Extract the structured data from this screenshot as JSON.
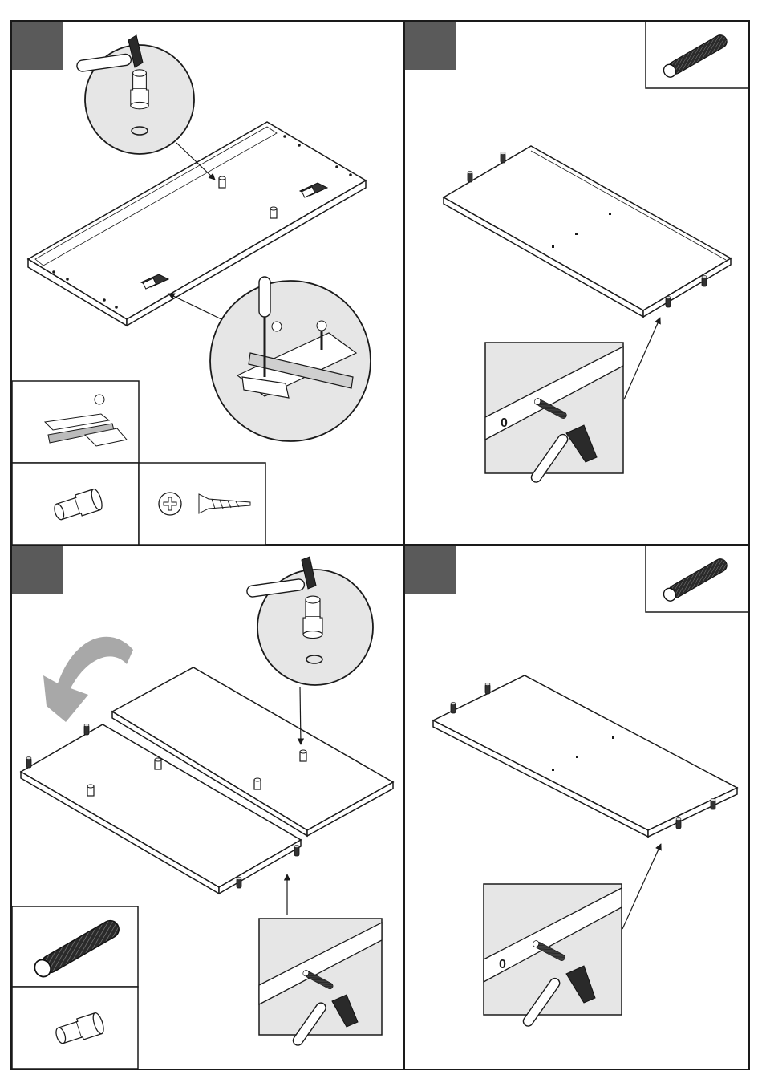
{
  "page": {
    "title": "",
    "colors": {
      "ink": "#1a1a1a",
      "step_badge": "#5a5a5a",
      "callout_fill": "#e6e6e6",
      "arrow_gray": "#a8a8a8",
      "panel_fill": "#ffffff"
    }
  },
  "steps": [
    {
      "id": 1,
      "number": "",
      "parts": [
        "cam-lock-fitting",
        "wooden-dowel-plug",
        "countersunk-screw"
      ]
    },
    {
      "id": 2,
      "number": "",
      "parts": [
        "fluted-wooden-dowel"
      ]
    },
    {
      "id": 3,
      "number": "",
      "parts": [
        "fluted-wooden-dowel",
        "wooden-dowel-plug"
      ]
    },
    {
      "id": 4,
      "number": "",
      "parts": [
        "fluted-wooden-dowel"
      ]
    }
  ],
  "detail_labels": {
    "zero_mark": "0"
  }
}
